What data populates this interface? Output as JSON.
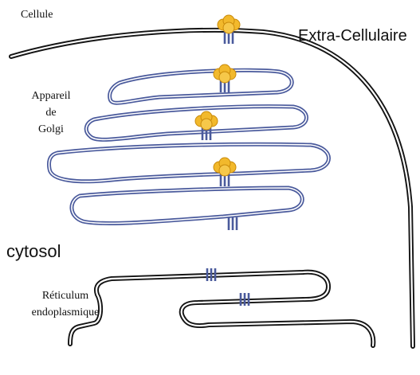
{
  "labels": {
    "cell": "Cellule",
    "extracellular": "Extra-Cellulaire",
    "golgi_line1": "Appareil",
    "golgi_line2": "de",
    "golgi_line3": "Golgi",
    "cytosol": "cytosol",
    "er_line1": "Réticulum",
    "er_line2": "endoplasmique"
  },
  "colors": {
    "membrane": "#141414",
    "golgi_membrane": "#4a5a9c",
    "protein_outline": "#c98a0a",
    "protein_fill": "#f2b92c",
    "anchor": "#4a5a9c"
  },
  "icons": {
    "protein": "orange-globular-protein-cluster",
    "anchor": "transmembrane-anchor-bars"
  }
}
